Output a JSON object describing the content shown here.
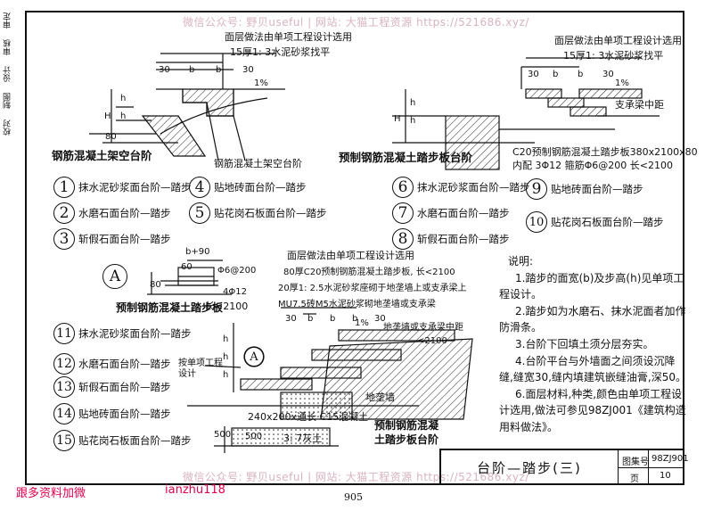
{
  "watermark_top": "微信公众号: 野贝useful | 网站: 大猫工程资源 https://521686.xyz/",
  "watermark_bottom": "微信公众号: 野贝useful | 网站: 大猫工程资源 https://521686.xyz/",
  "sidestrip": [
    "审定",
    "审核",
    "设计",
    "制图",
    "校对"
  ],
  "top_left": {
    "heading": "钢筋混凝土架空台阶",
    "note_surface": "面层做法由单项工程设计选用",
    "note_mortar": "15厚1: 3水泥砂浆找平",
    "note_joist": "钢筋混凝土架空台阶",
    "dims": [
      "30",
      "b",
      "b",
      "30",
      "H",
      "h",
      "h",
      "80",
      "1%"
    ]
  },
  "top_right": {
    "heading": "预制钢筋混凝土踏步板台阶",
    "note_surface": "面层做法由单项工程设计选用",
    "note_mortar": "15厚1: 3水泥砂浆找平",
    "note_beam": "支承梁中距",
    "note_c20": "C20预制钢筋混凝土踏步板380x2100x80",
    "note_rebar": "内配 3Φ12 箍筋Φ6@200 长<2100",
    "dims": [
      "30",
      "b",
      "b",
      "30",
      "H",
      "h",
      "h",
      "1%"
    ]
  },
  "items_top_left": [
    {
      "num": "1",
      "label": "抹水泥砂浆面台阶—踏步"
    },
    {
      "num": "2",
      "label": "水磨石面台阶—踏步"
    },
    {
      "num": "3",
      "label": "斩假石面台阶—踏步"
    }
  ],
  "items_top_mid": [
    {
      "num": "4",
      "label": "贴地砖面台阶—踏步"
    },
    {
      "num": "5",
      "label": "贴花岗石板面台阶—踏步"
    }
  ],
  "items_top_right_a": [
    {
      "num": "6",
      "label": "抹水泥砂浆面台阶—踏步"
    },
    {
      "num": "7",
      "label": "水磨石面台阶—踏步"
    },
    {
      "num": "8",
      "label": "斩假石面台阶—踏步"
    }
  ],
  "items_top_right_b": [
    {
      "num": "9",
      "label": "贴地砖面台阶—踏步"
    },
    {
      "num": "10",
      "label": "贴花岗石板面台阶—踏步"
    }
  ],
  "section_a": {
    "circle": "A",
    "dim_top": "b+90",
    "dim_60": "60",
    "rebar1": "Φ6@200",
    "rebar2": "4Φ12",
    "dim_80": "80",
    "heading": "预制钢筋混凝土踏步板",
    "length": "长<2100"
  },
  "items_bottom": [
    {
      "num": "11",
      "label": "抹水泥砂浆面台阶—踏步"
    },
    {
      "num": "12",
      "label": "水磨石面台阶—踏步"
    },
    {
      "num": "13",
      "label": "斩假石面台阶—踏步"
    },
    {
      "num": "14",
      "label": "贴地砖面台阶—踏步"
    },
    {
      "num": "15",
      "label": "贴花岗石板面台阶—踏步"
    }
  ],
  "bottom_mid": {
    "note_surface": "面层做法由单项工程设计选用",
    "note_80": "80厚C20预制钢筋混凝土踏步板, 长<2100",
    "note_20": "20厚1: 2.5水泥砂浆座砌于地垄墙上或支承梁上",
    "note_mu": "MU7.5砖M5水泥砂浆砌地垄墙或支承梁",
    "note_beam": "地垄墙或支承梁中距",
    "note_lt": "<2100",
    "note_design": "按单项工程设计",
    "note_wall": "地垄墙",
    "note_base": "240x200x通长 C15混凝土",
    "note_lime": "3: 7灰土",
    "heading": "预制钢筋混凝土踏步板台阶",
    "circle": "A",
    "dims": [
      "30",
      "b",
      "b",
      "b",
      "30",
      "h",
      "h",
      "h",
      "1%",
      "500",
      "500"
    ]
  },
  "notes": {
    "title": "说明:",
    "lines": [
      "1.踏步的面宽(b)及步高(h)见单项工程设计。",
      "2.踏步如为水磨石、抹水泥面者加作防滑条。",
      "3.台阶下回填土须分层夯实。",
      "4.台阶平台与外墙面之间须设沉降缝,缝宽30,缝内填建筑嵌缝油膏,深50。",
      "6.面层材料,种类,颜色由单项工程设计选用,做法可参见98ZJ001《建筑构造用料做法》。"
    ]
  },
  "title_block": {
    "title": "台阶—踏步(三)",
    "label_atlas": "图集号",
    "atlas_no": "98ZJ901",
    "label_page": "页",
    "page_no": "10"
  },
  "footer": {
    "left": "跟多资料加微",
    "right": "ianzhu118",
    "page": "905"
  }
}
